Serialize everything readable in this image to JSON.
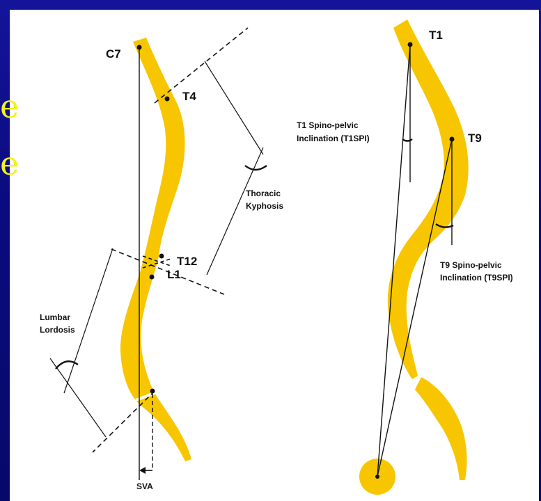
{
  "background": {
    "slide_color": "#0b0b80",
    "panel_color": "#ffffff",
    "spine_color": "#f7c600",
    "title_fragment_color": "#f2f21a"
  },
  "title_fragments": [
    "e",
    "e"
  ],
  "left_diagram": {
    "vertebrae": {
      "c7": "C7",
      "t4": "T4",
      "t12": "T12",
      "l1": "L1"
    },
    "thoracic_kyphosis": [
      "Thoracic",
      "Kyphosis"
    ],
    "lumbar_lordosis": [
      "Lumbar",
      "Lordosis"
    ],
    "sva": "SVA"
  },
  "right_diagram": {
    "vertebrae": {
      "t1": "T1",
      "t9": "T9"
    },
    "t1spi": [
      "T1 Spino-pelvic",
      "Inclination (T1SPI)"
    ],
    "t9spi": [
      "T9 Spino-pelvic",
      "Inclination (T9SPI)"
    ]
  }
}
